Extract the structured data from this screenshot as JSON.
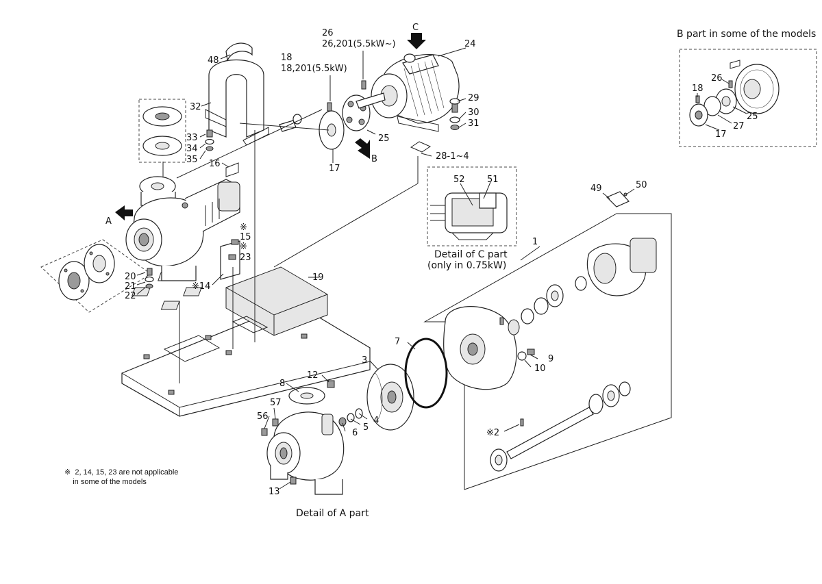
{
  "labels": {
    "l1": "1",
    "l2": "※2",
    "l3": "3",
    "l4": "4",
    "l5": "5",
    "l6": "6",
    "l7": "7",
    "l8": "8",
    "l9": "9",
    "l10": "10",
    "l12": "12",
    "l13": "13",
    "l14": "※14",
    "l15": "15",
    "l15mark": "※",
    "l16": "16",
    "l17": "17",
    "l18": "18",
    "l18b": "18,201(5.5kW)",
    "l19": "19",
    "l20": "20",
    "l21": "21",
    "l22": "22",
    "l23": "23",
    "l23mark": "※",
    "l24": "24",
    "l25": "25",
    "l26": "26",
    "l26b": "26,201(5.5kW~)",
    "l28": "28-1~4",
    "l29": "29",
    "l30": "30",
    "l31": "31",
    "l32": "32",
    "l33": "33",
    "l34": "34",
    "l35": "35",
    "l48": "48",
    "l49": "49",
    "l50": "50",
    "l51": "51",
    "l52": "52",
    "l56": "56",
    "l57": "57",
    "arrowA": "A",
    "arrowB": "B",
    "arrowC": "C",
    "inset_b_l17": "17",
    "inset_b_l18": "18",
    "inset_b_l25": "25",
    "inset_b_l26": "26",
    "inset_b_l27": "27"
  },
  "captions": {
    "b_part": "B part in some of the models",
    "c_part_1": "Detail of C part",
    "c_part_2": "(only in 0.75kW)",
    "a_part": "Detail of A part"
  },
  "note": {
    "line1": "※  2, 14, 15, 23 are not applicable",
    "line2": "    in some of the models"
  }
}
